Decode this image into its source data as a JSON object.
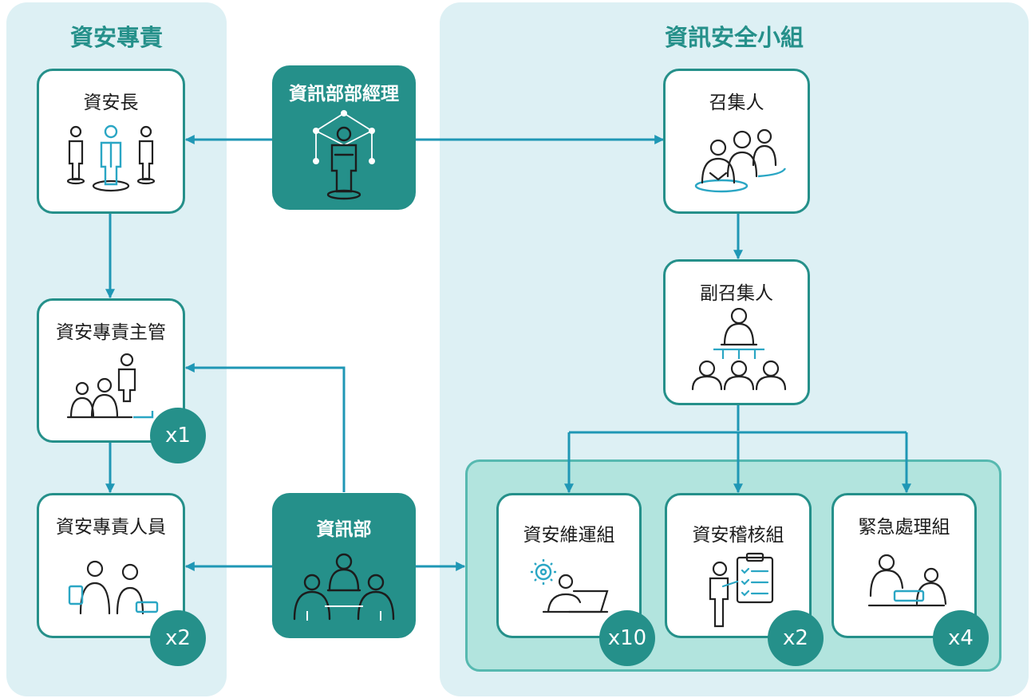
{
  "colors": {
    "teal": "#25908a",
    "line": "#1f97b5",
    "panel": "#ddf0f4",
    "group": "#b2e4de",
    "accent": "#2aa6c4"
  },
  "left_panel": {
    "title": "資安專責"
  },
  "right_panel": {
    "title": "資訊安全小組"
  },
  "nodes": {
    "ciso": {
      "label": "資安長",
      "icon": "people-leader-icon"
    },
    "supervisor": {
      "label": "資安專責主管",
      "icon": "meeting-leader-icon",
      "badge": "x1"
    },
    "staff": {
      "label": "資安專責人員",
      "icon": "collaboration-icon",
      "badge": "x2"
    },
    "it_manager": {
      "label": "資訊部部經理",
      "icon": "network-manager-icon"
    },
    "it_dept": {
      "label": "資訊部",
      "icon": "team-meeting-icon"
    },
    "convener": {
      "label": "召集人",
      "icon": "group-icon"
    },
    "deputy": {
      "label": "副召集人",
      "icon": "hierarchy-icon"
    },
    "ops": {
      "label": "資安維運組",
      "icon": "gear-laptop-icon",
      "badge": "x10"
    },
    "audit": {
      "label": "資安稽核組",
      "icon": "clipboard-checklist-icon",
      "badge": "x2"
    },
    "emergency": {
      "label": "緊急處理組",
      "icon": "tablet-discussion-icon",
      "badge": "x4"
    }
  }
}
